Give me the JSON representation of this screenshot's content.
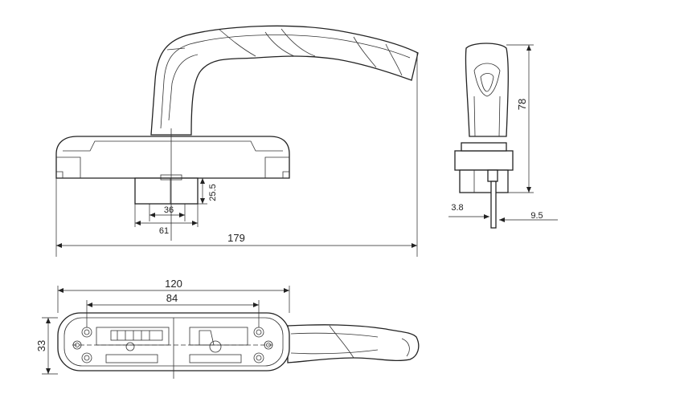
{
  "dimensions": {
    "overall_length": "179",
    "spindle_height": "25.5",
    "spindle_inner": "36",
    "spindle_outer": "61",
    "side_height": "78",
    "side_left": "3.8",
    "side_right": "9.5",
    "base_length": "120",
    "hole_spacing": "84",
    "base_width": "33"
  }
}
